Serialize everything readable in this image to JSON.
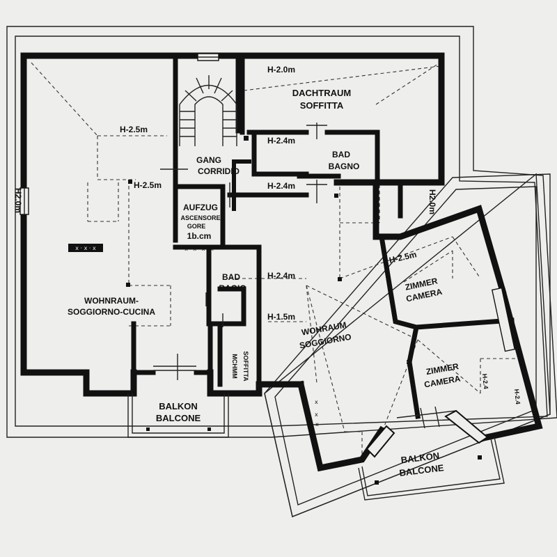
{
  "labels": {
    "dachtraum": "DACHTRAUM",
    "soffitta": "SOFFITTA",
    "h_top": "H-2.0m",
    "h_left_upper": "H-2.5m",
    "h_left_lower": "H-2.5m",
    "h_2_4_bad": "H-2.4m",
    "h_2_4_corr": "H-2.4m",
    "h_2_4_mid": "H-2.4m",
    "h_1_5": "H-1.5m",
    "h_2_5_right": "H-2.5m",
    "gang": "GANG",
    "corridio": "CORRIDIO",
    "bad_bagno_1": "BAD",
    "bad_bagno_2": "BAGNO",
    "aufzug": "AUFZUG",
    "ascensore": "ASCENSORE",
    "gore": "GORE",
    "gore_size": "1b.cm",
    "bad_bagio_1": "BAD",
    "bad_bagio_2": "BAGIO",
    "wohnraum_1": "WOHNRAUM-",
    "wohnraum_2": "SOGGIORNO-CUCINA",
    "wohraum_1": "WOHRAUM",
    "wohraum_2": "SOGGIORNO",
    "zimmer1_1": "ZIMMER",
    "zimmer1_2": "CAMERA",
    "zimmer2_1": "ZIMMER",
    "zimmer2_2": "CAMERA",
    "balkon1_1": "BALKON",
    "balkon1_2": "BALCONE",
    "balkon2_1": "BALKON",
    "balkon2_2": "BALCONE",
    "left_wall_h": "H2.0m",
    "right_h": "H2.0m",
    "mchmm": "MCHMM",
    "soffitta_v": "SOFFITTA",
    "h24_a": "H-2.4",
    "h24_b": "H-2.4"
  }
}
